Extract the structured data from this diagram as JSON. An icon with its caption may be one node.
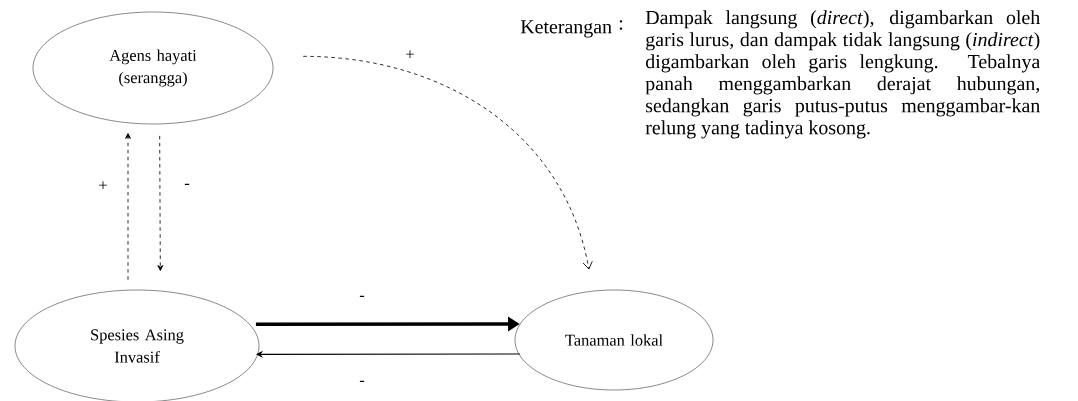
{
  "diagram": {
    "nodes": [
      {
        "text": [
          "Agens hayati (serangga)"
        ]
      },
      {
        "text": [
          "Spesies Asing Invasif"
        ]
      },
      {
        "text": [
          "Tanaman lokal"
        ]
      }
    ],
    "edges": [
      {
        "from": 0,
        "to": 2,
        "arrow": "to",
        "label": "+",
        "style": "dashed"
      },
      {
        "from": 1,
        "to": 0,
        "arrow": "to",
        "label": "+",
        "style": "dashed"
      },
      {
        "from": 0,
        "to": 1,
        "arrow": "to",
        "label": "-",
        "style": "dashed"
      },
      {
        "from": 1,
        "to": 2,
        "arrow": "to",
        "label": "-",
        "style": "thick"
      },
      {
        "from": 2,
        "to": 1,
        "arrow": "to",
        "label": "-"
      }
    ],
    "labels": [
      "Keterangan",
      ":",
      "Dampak langsung (*direct*), digambarkan oleh garis lurus, dan dampak tidak langsung (*indirect*) digambarkan oleh garis lengkung. Tebalnya panah menggambarkan derajat hubungan, sedangkan garis putus-putus menggambar-kan relung yang tadinya kosong."
    ]
  }
}
